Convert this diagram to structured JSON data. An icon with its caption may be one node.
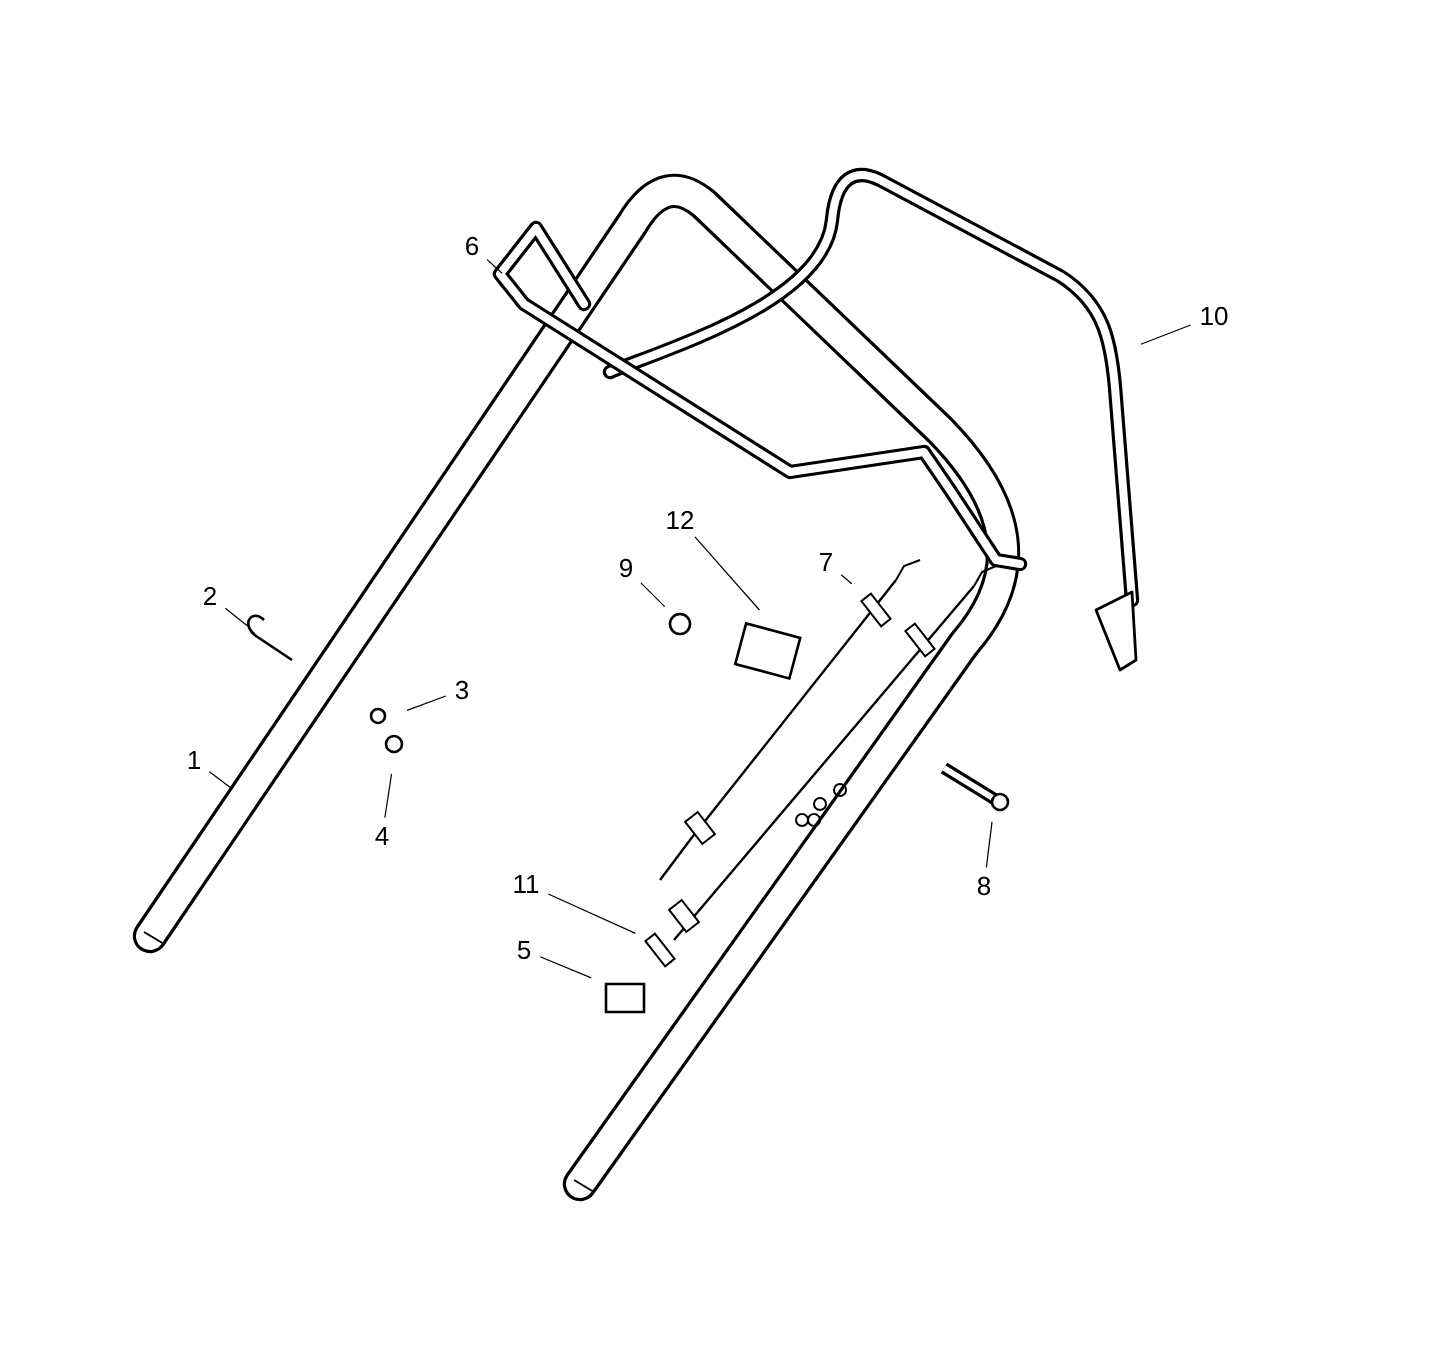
{
  "diagram": {
    "nodes": [
      {
        "text": [
          "1"
        ]
      },
      {
        "text": [
          "2"
        ]
      },
      {
        "text": [
          "3"
        ]
      },
      {
        "text": [
          "4"
        ]
      },
      {
        "text": [
          "5"
        ]
      },
      {
        "text": [
          "6"
        ]
      },
      {
        "text": [
          "7"
        ]
      },
      {
        "text": [
          "8"
        ]
      },
      {
        "text": [
          "9"
        ]
      },
      {
        "text": [
          "10"
        ]
      },
      {
        "text": [
          "11"
        ]
      },
      {
        "text": [
          "12"
        ]
      }
    ],
    "edges": [
      {
        "from": 0,
        "to": null,
        "arrow": "none"
      },
      {
        "from": 1,
        "to": null,
        "arrow": "none"
      },
      {
        "from": 2,
        "to": null,
        "arrow": "none"
      },
      {
        "from": 3,
        "to": null,
        "arrow": "none"
      },
      {
        "from": 4,
        "to": null,
        "arrow": "none"
      },
      {
        "from": 5,
        "to": null,
        "arrow": "none"
      },
      {
        "from": 6,
        "to": null,
        "arrow": "none"
      },
      {
        "from": 7,
        "to": null,
        "arrow": "none"
      },
      {
        "from": 8,
        "to": null,
        "arrow": "none"
      },
      {
        "from": 9,
        "to": null,
        "arrow": "none"
      },
      {
        "from": 10,
        "to": null,
        "arrow": "none"
      },
      {
        "from": 11,
        "to": null,
        "arrow": "none"
      }
    ]
  }
}
